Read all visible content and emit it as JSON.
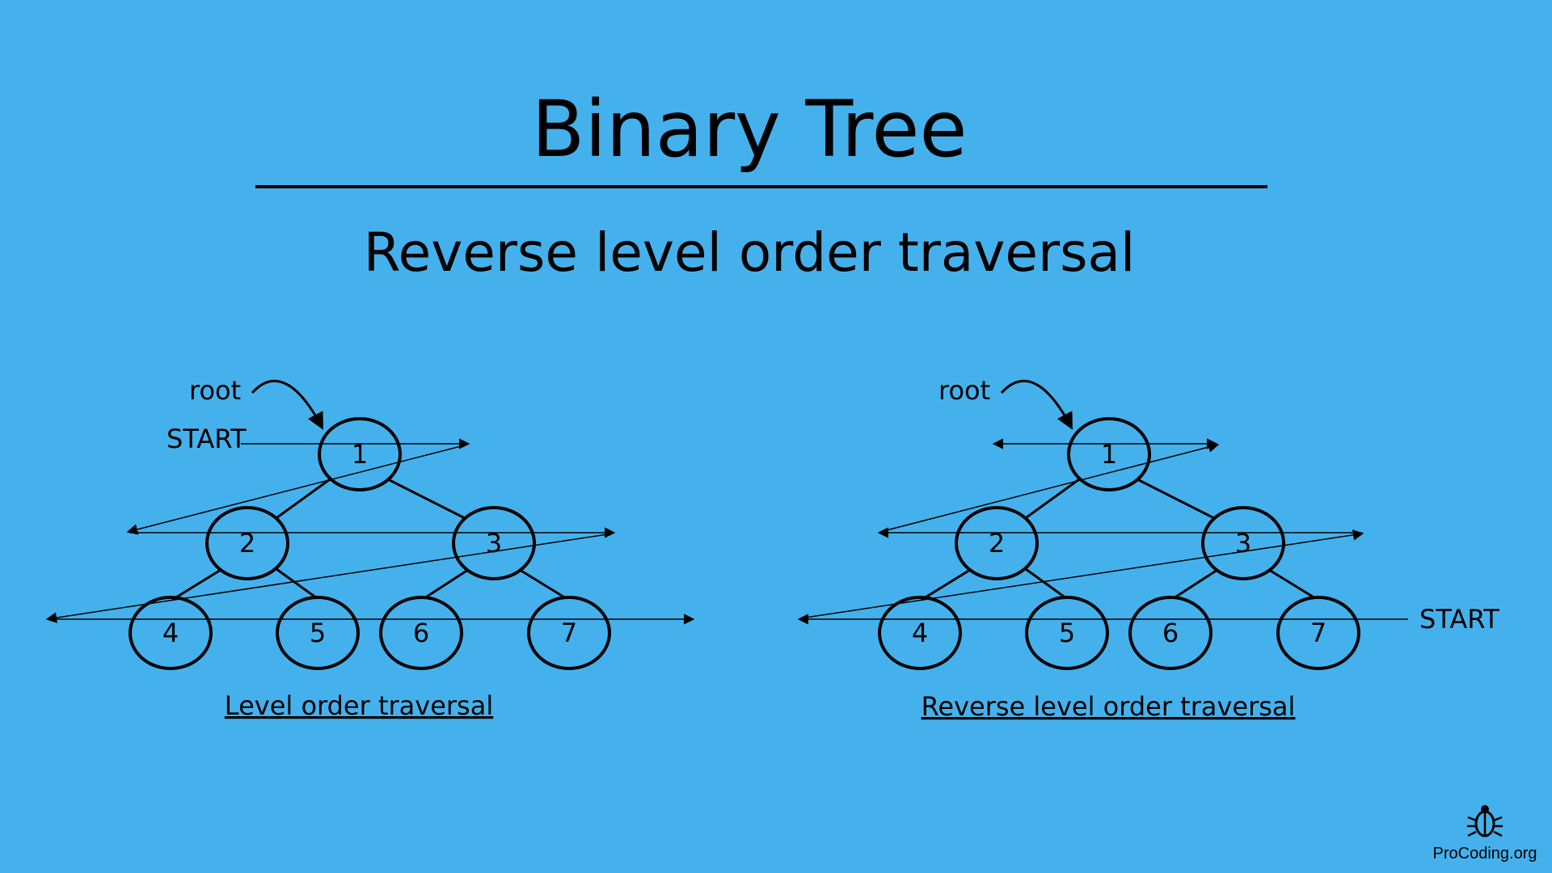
{
  "slide": {
    "title": "Binary Tree",
    "subtitle": "Reverse level order traversal",
    "logo_text": "ProCoding.org",
    "background": "#45b1ec"
  },
  "left": {
    "root_label": "root",
    "start_label": "START",
    "caption": "Level order traversal",
    "nodes": [
      "1",
      "2",
      "3",
      "4",
      "5",
      "6",
      "7"
    ]
  },
  "right": {
    "root_label": "root",
    "start_label": "START",
    "caption": "Reverse level order traversal",
    "nodes": [
      "1",
      "2",
      "3",
      "4",
      "5",
      "6",
      "7"
    ]
  }
}
